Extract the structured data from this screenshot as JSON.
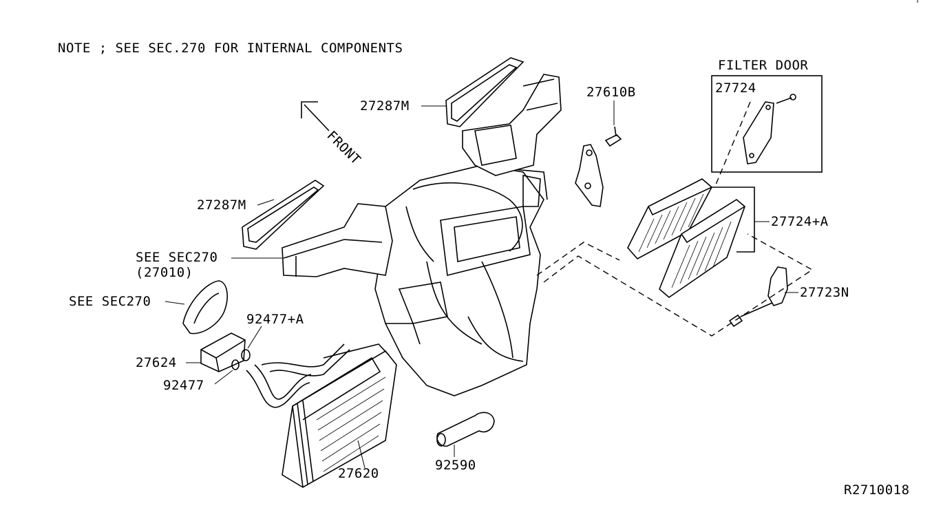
{
  "note": "NOTE ; SEE SEC.270 FOR INTERNAL COMPONENTS",
  "front_label": "FRONT",
  "filter_door_title": "FILTER DOOR",
  "diagram_id": "R2710018",
  "callouts": {
    "p27287m_upper": "27287M",
    "p27287m_lower": "27287M",
    "p27610b": "27610B",
    "p27724": "27724",
    "p27724a": "27724+A",
    "p27723n": "27723N",
    "see_sec270_a": "SEE SEC270",
    "see_sec270_a_ref": "(27010)",
    "see_sec270_b": "SEE SEC270",
    "p92477a": "92477+A",
    "p27624": "27624",
    "p92477": "92477",
    "p27620": "27620",
    "p92590": "92590"
  }
}
